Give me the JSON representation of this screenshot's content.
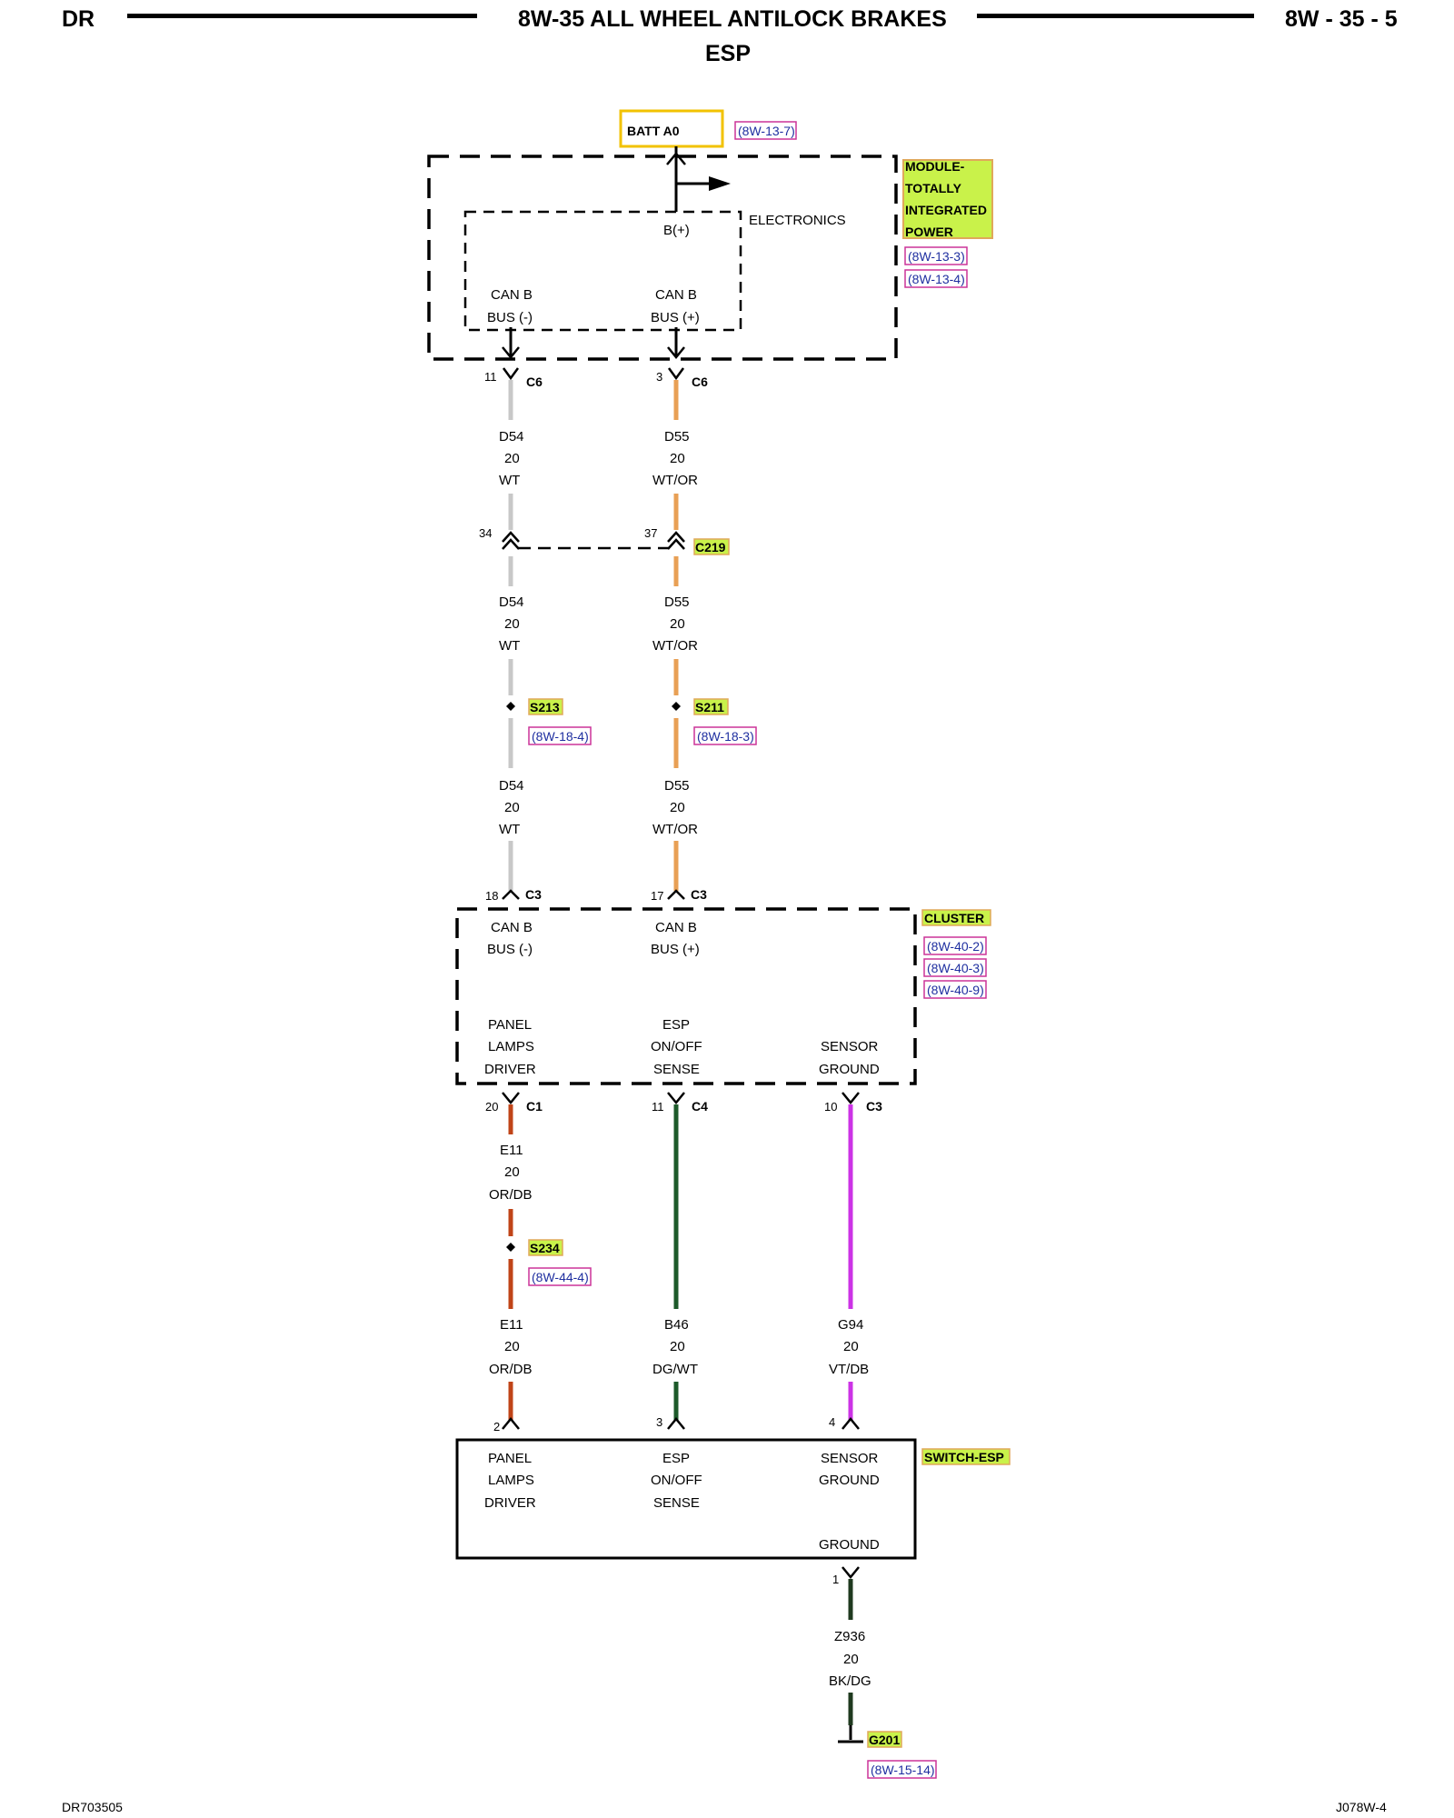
{
  "header": {
    "left": "DR",
    "title": "8W-35 ALL WHEEL ANTILOCK BRAKES",
    "subtitle": "ESP",
    "right": "8W - 35 - 5"
  },
  "footer": {
    "left": "DR703505",
    "right": "J078W-4"
  },
  "colors": {
    "wt": "#c8c8c8",
    "wt_or": "#e8a055",
    "or_db": "#c04418",
    "dg_wt": "#1d5a2a",
    "vt_db": "#cc33e6",
    "bk_dg": "#1f3a1f",
    "tag_fill": "#c9f24a",
    "tag_border": "#e0a85a",
    "ref_border": "#cc3399",
    "ref_text": "#1f2fa0",
    "batt_border": "#f2c200"
  },
  "power": {
    "label": "BATT A0",
    "ref": "(8W-13-7)"
  },
  "tipm": {
    "name_lines": [
      "MODULE-",
      "TOTALLY",
      "INTEGRATED",
      "POWER"
    ],
    "refs": [
      "(8W-13-3)",
      "(8W-13-4)"
    ],
    "electronics_label": "ELECTRONICS",
    "bplus_label": "B(+)",
    "can_minus": [
      "CAN B",
      "BUS (-)"
    ],
    "can_plus": [
      "CAN B",
      "BUS (+)"
    ]
  },
  "tipm_connectors": {
    "left": {
      "pin": "11",
      "conn": "C6"
    },
    "right": {
      "pin": "3",
      "conn": "C6"
    }
  },
  "wire_d54": {
    "circuit": "D54",
    "gauge": "20",
    "color": "WT"
  },
  "wire_d55": {
    "circuit": "D55",
    "gauge": "20",
    "color": "WT/OR"
  },
  "c219": {
    "pin_left": "34",
    "pin_right": "37",
    "label": "C219"
  },
  "s213": {
    "label": "S213",
    "ref": "(8W-18-4)"
  },
  "s211": {
    "label": "S211",
    "ref": "(8W-18-3)"
  },
  "cluster_in": {
    "left": {
      "pin": "18",
      "conn": "C3"
    },
    "right": {
      "pin": "17",
      "conn": "C3"
    }
  },
  "cluster": {
    "name": "CLUSTER",
    "refs": [
      "(8W-40-2)",
      "(8W-40-3)",
      "(8W-40-9)"
    ],
    "can_minus": [
      "CAN B",
      "BUS (-)"
    ],
    "can_plus": [
      "CAN B",
      "BUS (+)"
    ],
    "panel": [
      "PANEL",
      "LAMPS",
      "DRIVER"
    ],
    "esp": [
      "ESP",
      "ON/OFF",
      "SENSE"
    ],
    "sensor": [
      "SENSOR",
      "GROUND"
    ]
  },
  "cluster_out": {
    "c1": {
      "pin": "20",
      "conn": "C1"
    },
    "c4": {
      "pin": "11",
      "conn": "C4"
    },
    "c3": {
      "pin": "10",
      "conn": "C3"
    }
  },
  "wire_e11": {
    "circuit": "E11",
    "gauge": "20",
    "color": "OR/DB"
  },
  "s234": {
    "label": "S234",
    "ref": "(8W-44-4)"
  },
  "wire_b46": {
    "circuit": "B46",
    "gauge": "20",
    "color": "DG/WT"
  },
  "wire_g94": {
    "circuit": "G94",
    "gauge": "20",
    "color": "VT/DB"
  },
  "switch_pins": {
    "panel": "2",
    "esp": "3",
    "sensor": "4"
  },
  "switch": {
    "name": "SWITCH-ESP",
    "panel": [
      "PANEL",
      "LAMPS",
      "DRIVER"
    ],
    "esp": [
      "ESP",
      "ON/OFF",
      "SENSE"
    ],
    "sensor": [
      "SENSOR",
      "GROUND"
    ],
    "ground": "GROUND"
  },
  "ground_pin": "1",
  "wire_z936": {
    "circuit": "Z936",
    "gauge": "20",
    "color": "BK/DG"
  },
  "g201": {
    "label": "G201",
    "ref": "(8W-15-14)"
  }
}
